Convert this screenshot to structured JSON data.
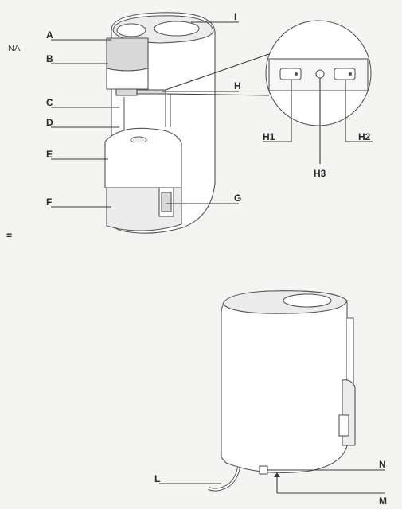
{
  "page_mark": "NA",
  "top_figure": {
    "labels": {
      "A": "A",
      "B": "B",
      "C": "C",
      "D": "D",
      "E": "E",
      "F": "F",
      "G": "G",
      "H": "H",
      "I": "I"
    },
    "detail_labels": {
      "H1": "H1",
      "H2": "H2",
      "H3": "H3"
    }
  },
  "bottom_figure": {
    "labels": {
      "L": "L",
      "M": "M",
      "N": "N"
    }
  },
  "divider_mark": "="
}
